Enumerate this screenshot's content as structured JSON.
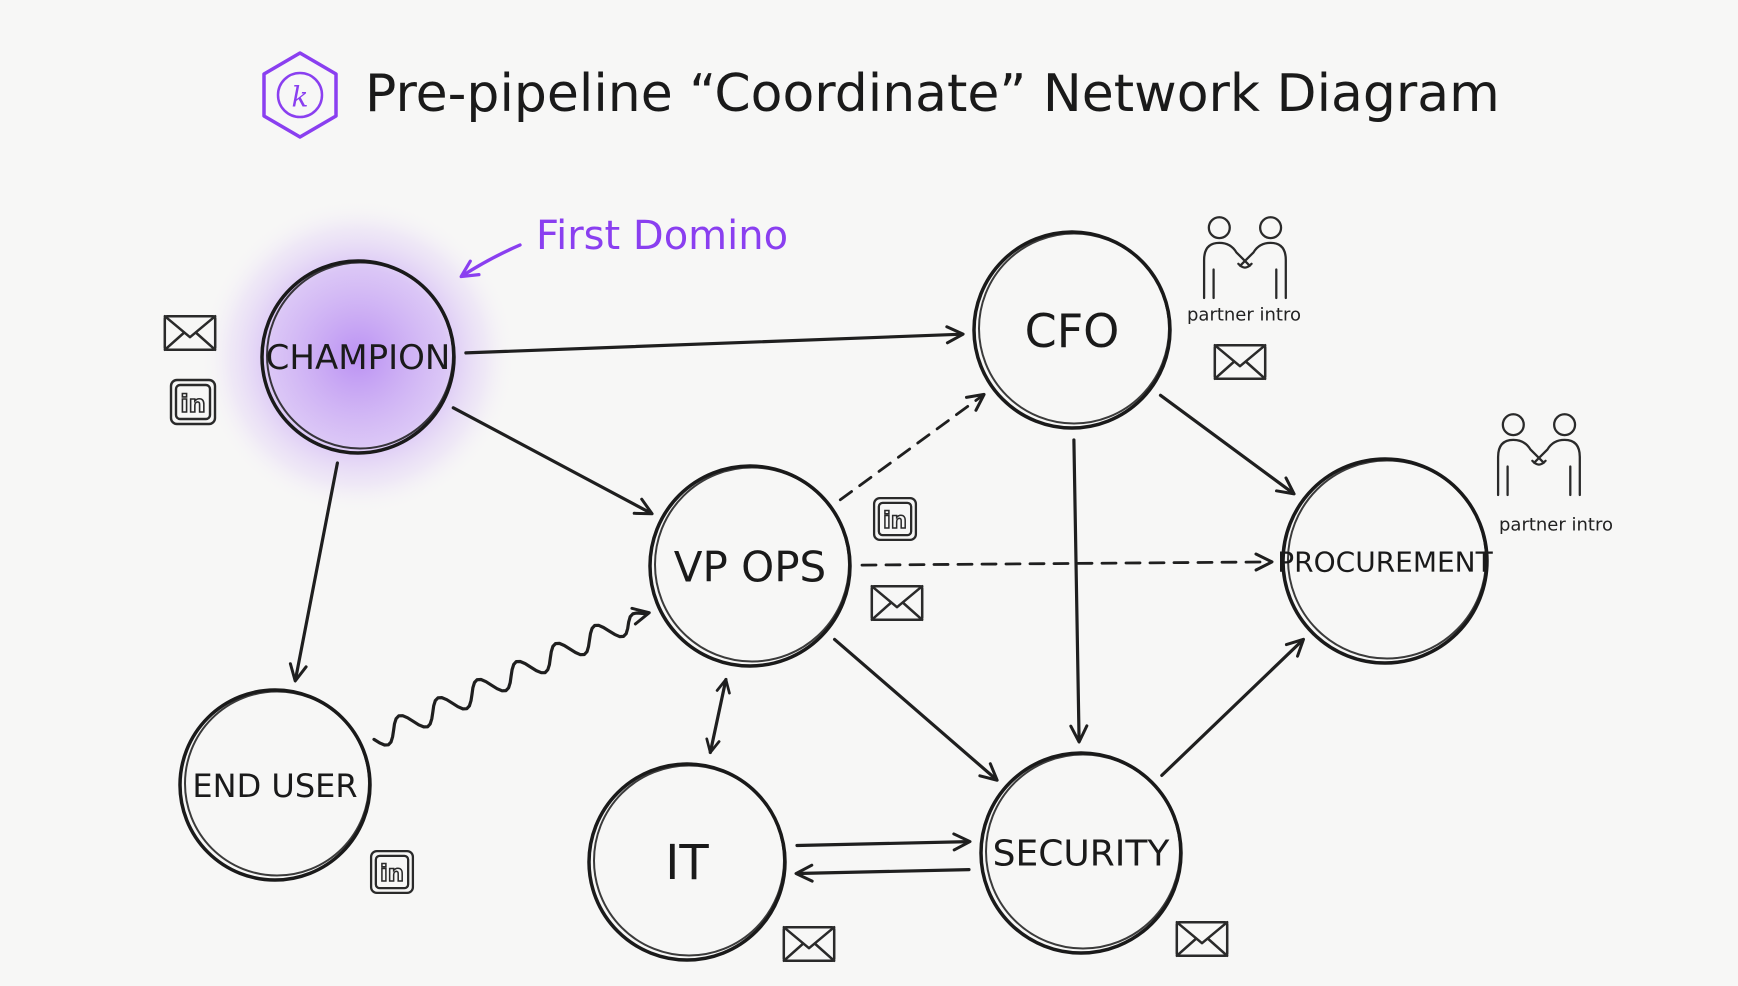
{
  "title": {
    "text": "Pre-pipeline “Coordinate” Network Diagram",
    "logo_letter": "k",
    "logo_icon": "hexagon-k-logo-icon"
  },
  "callout": {
    "text": "First Domino",
    "target": "champion",
    "color": "#8a3ff0"
  },
  "colors": {
    "accent": "#8a3ff0",
    "ink": "#1a1a1a",
    "background": "#f7f7f6"
  },
  "nodes": [
    {
      "id": "champion",
      "label": "CHAMPION",
      "highlight": true
    },
    {
      "id": "cfo",
      "label": "CFO"
    },
    {
      "id": "vp_ops",
      "label": "VP OPS"
    },
    {
      "id": "procurement",
      "label": "PROCUREMENT"
    },
    {
      "id": "end_user",
      "label": "END USER"
    },
    {
      "id": "it",
      "label": "IT"
    },
    {
      "id": "security",
      "label": "SECURITY"
    }
  ],
  "edges": [
    {
      "from": "champion",
      "to": "cfo",
      "style": "solid"
    },
    {
      "from": "champion",
      "to": "vp_ops",
      "style": "solid"
    },
    {
      "from": "champion",
      "to": "end_user",
      "style": "solid"
    },
    {
      "from": "vp_ops",
      "to": "cfo",
      "style": "dashed"
    },
    {
      "from": "vp_ops",
      "to": "procurement",
      "style": "dashed"
    },
    {
      "from": "cfo",
      "to": "procurement",
      "style": "solid"
    },
    {
      "from": "cfo",
      "to": "security",
      "style": "solid"
    },
    {
      "from": "vp_ops",
      "to": "it",
      "style": "solid-bidirectional"
    },
    {
      "from": "vp_ops",
      "to": "security",
      "style": "solid"
    },
    {
      "from": "end_user",
      "to": "vp_ops",
      "style": "wavy"
    },
    {
      "from": "it",
      "to": "security",
      "style": "solid"
    },
    {
      "from": "security",
      "to": "it",
      "style": "solid"
    },
    {
      "from": "security",
      "to": "procurement",
      "style": "solid"
    }
  ],
  "annotations": [
    {
      "node": "champion",
      "icons": [
        "envelope-icon",
        "linkedin-icon"
      ]
    },
    {
      "node": "cfo",
      "icons": [
        "handshake-icon",
        "envelope-icon"
      ],
      "text": "partner intro"
    },
    {
      "node": "procurement",
      "icons": [
        "handshake-icon"
      ],
      "text": "partner intro"
    },
    {
      "node": "vp_ops",
      "icons": [
        "linkedin-icon",
        "envelope-icon"
      ]
    },
    {
      "node": "end_user",
      "icons": [
        "linkedin-icon"
      ]
    },
    {
      "node": "it",
      "icons": [
        "envelope-icon"
      ]
    },
    {
      "node": "security",
      "icons": [
        "envelope-icon"
      ]
    }
  ]
}
